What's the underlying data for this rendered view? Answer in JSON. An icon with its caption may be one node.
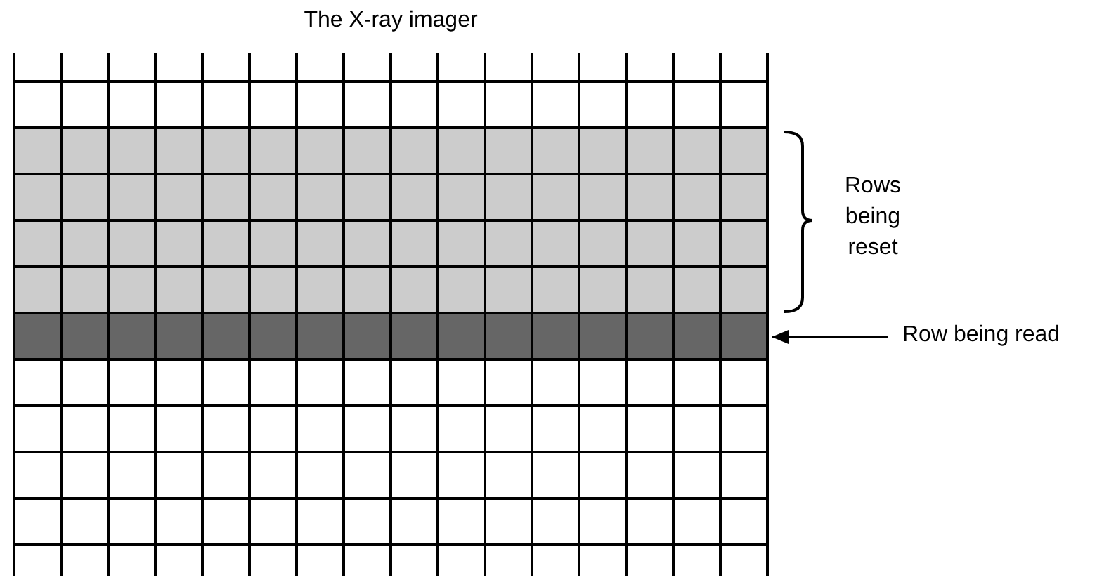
{
  "diagram": {
    "title": "The X-ray imager",
    "nodes": [
      {
        "text": [
          "Row being read"
        ]
      },
      {
        "text": [],
        "shape": "bar"
      }
    ],
    "edges": [
      {
        "from": 0,
        "to": 1,
        "arrow": "to"
      }
    ],
    "labels": [
      "Rows being reset"
    ]
  }
}
